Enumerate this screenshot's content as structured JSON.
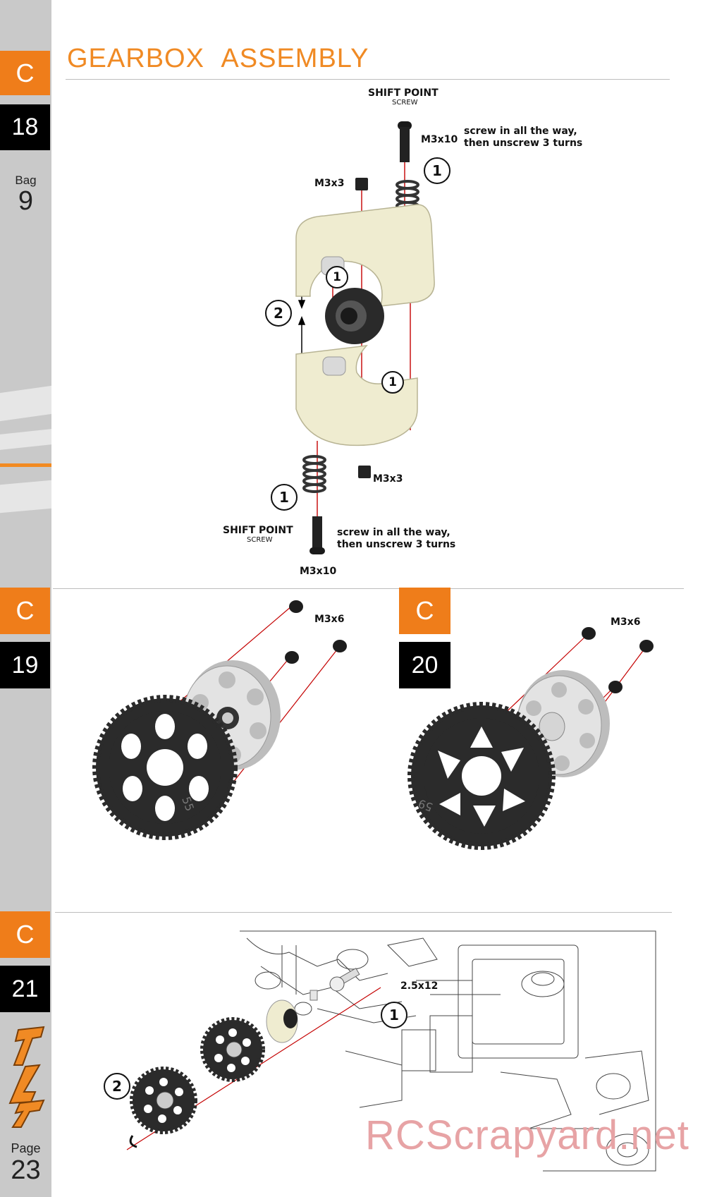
{
  "page": {
    "title": "GEARBOX ASSEMBLY",
    "page_label": "Page",
    "page_number": "23",
    "bag_label": "Bag",
    "bag_number": "9",
    "brand_logo": "T4'17"
  },
  "steps": [
    {
      "section": "C",
      "number": "18"
    },
    {
      "section": "C",
      "number": "19"
    },
    {
      "section": "C",
      "number": "20"
    },
    {
      "section": "C",
      "number": "21"
    }
  ],
  "step18": {
    "shift_point_title": "SHIFT POINT",
    "shift_point_sub": "SCREW",
    "screw_m3x10": "M3x10",
    "screw_m3x3": "M3x3",
    "note_line1": "screw in all the way,",
    "note_line2": "then unscrew 3 turns",
    "callout_1": "1",
    "callout_2": "2"
  },
  "step19": {
    "screw": "M3x6",
    "gear_mark": "55"
  },
  "step20": {
    "screw": "M3x6",
    "gear_mark": "59"
  },
  "step21": {
    "pin": "2.5x12",
    "callout_1": "1",
    "callout_2": "2"
  },
  "watermark": "RCScrapyard.net",
  "colors": {
    "accent_orange": "#ef7d1a",
    "tag_black": "#000000",
    "sidebar_gray": "#c9c9c9",
    "part_cream": "#efeccf",
    "gear_black": "#2b2b2b"
  }
}
